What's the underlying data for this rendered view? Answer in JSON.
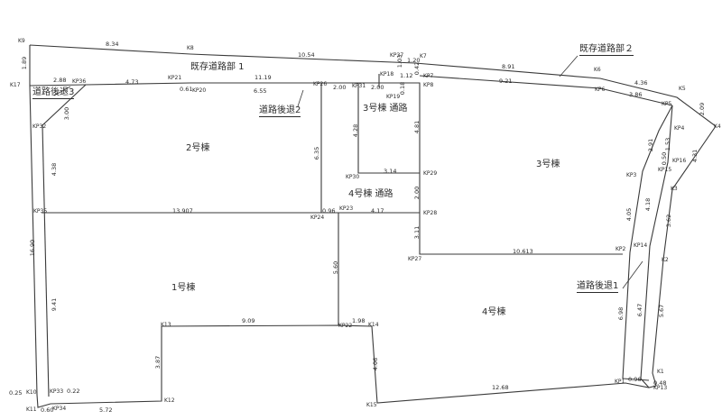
{
  "points": {
    "K9": "K9",
    "K8": "K8",
    "K7": "K7",
    "K6": "K6",
    "K5": "K5",
    "K4": "K4",
    "K3": "K3",
    "K2": "K2",
    "K1": "K1",
    "K10": "K10",
    "K11": "K11",
    "K12": "K12",
    "K13": "K13",
    "K14": "K14",
    "K15": "K15",
    "K17": "K17",
    "KP1": "KP1",
    "KP2": "KP2",
    "KP3": "KP3",
    "KP4": "KP4",
    "KP5": "KP5",
    "KP6": "KP6",
    "KP7": "KP7",
    "KP8": "KP8",
    "KP13": "KP13",
    "KP14": "KP14",
    "KP15": "KP15",
    "KP16": "KP16",
    "KP18": "KP18",
    "KP19": "KP19",
    "KP20": "KP20",
    "KP21": "KP21",
    "KP22": "KP22",
    "KP23": "KP23",
    "KP24": "KP24",
    "KP26": "KP26",
    "KP27": "KP27",
    "KP28": "KP28",
    "KP29": "KP29",
    "KP30": "KP30",
    "KP31": "KP31",
    "KP32": "KP32",
    "KP33": "KP33",
    "KP34": "KP34",
    "KP35": "KP35",
    "KP36": "KP36",
    "KP37": "KP37"
  },
  "dimensions": {
    "k9_k8": "8.34",
    "k8_k7": "10.54",
    "k7_k6": "8.91",
    "k6_k5": "4.36",
    "k5_k4": "2.09",
    "k4_k3": "4.31",
    "k3_k2": "3.62",
    "k2_k1": "5.67",
    "kp13_k1": "0.48",
    "kp1_kp13": "0.96",
    "kp15_kp13": "6.47",
    "kp2_kp1": "6.98",
    "kp14_kp15": "4.18",
    "kp16_kp14": "0.50",
    "kp4_kp16": "1.53",
    "kp3_kp2": "4.05",
    "kp4_kp3": "2.91",
    "kp2_kp27": "10.613",
    "kp8_kp6": "9.21",
    "kp6_kp5": "3.86",
    "kp37_k7": "1.20",
    "kp37_kp18": "1.03",
    "kp18_kp7": "1.12",
    "kp7_k7": "0.42",
    "kp19_kp8": "0.18",
    "kp8_kp29": "4.81",
    "kp29_kp28": "2.00",
    "kp28_kp27": "3.11",
    "kp30_kp29": "3.14",
    "kp31_kp30": "4.28",
    "kp31_kp19": "2.00",
    "kp26_kp31": "2.00",
    "kp20_kp26": "6.55",
    "kp36_kp26": "11.19",
    "kp21_kp20": "0.61",
    "k17_kp36": "2.88",
    "kp36_kp21": "4.73",
    "k9_k17": "1.89",
    "kp36_kp32": "3.00",
    "kp32_kp35": "4.38",
    "kp35_kp24": "13.907",
    "kp24_kp23": "0.96",
    "kp23_kp28": "4.17",
    "kp26_kp24": "6.35",
    "kp23_kp22": "5.60",
    "kp13_kp22": "9.09",
    "kp22_k14": "1.98",
    "kp13_k12": "3.87",
    "k14_k15": "4.06",
    "k15_kp1": "12.68",
    "kp34_k12": "5.72",
    "kp33_kp34": "0.22",
    "k11_kp34": "0.60",
    "k10_k11": "0.25",
    "kp35_kp33": "9.41",
    "k17_k10": "16.90"
  },
  "buildings": {
    "b1": "1号棟",
    "b2": "2号棟",
    "b3": "3号棟",
    "b4": "4号棟"
  },
  "roads": {
    "road3": "3号棟 通路",
    "road4": "4号棟 通路",
    "existing1": "既存道路部 1",
    "existing2": "既存道路部２",
    "setback1": "道路後退1",
    "setback2": "道路後退2",
    "setback3": "道路後退3"
  }
}
